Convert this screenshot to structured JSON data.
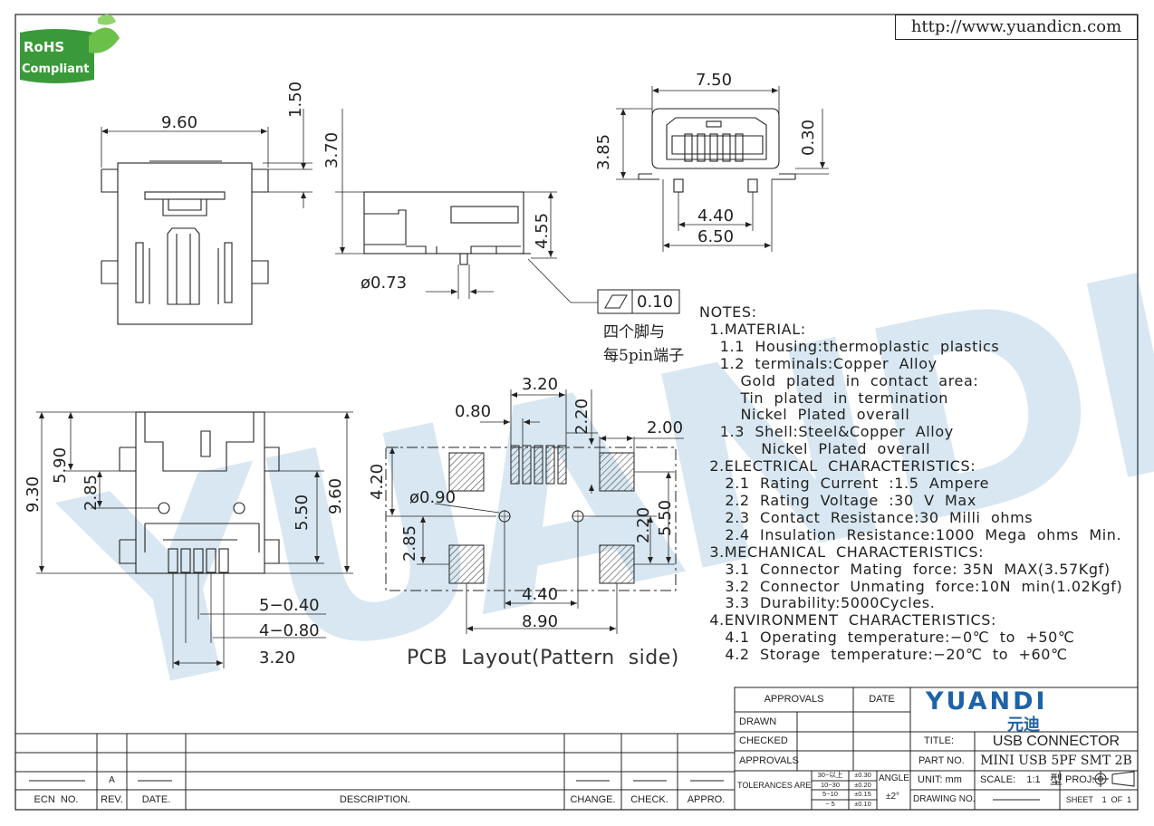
{
  "url": "http://www.yuandicn.com",
  "rohs": {
    "line1": "RoHS",
    "line2": "Compliant"
  },
  "watermark": "YUANDI",
  "dims": {
    "top_width": "9.60",
    "top_h1": "1.50",
    "top_h2": "3.70",
    "side_h": "4.55",
    "pin_dia": "ø0.73",
    "front_w": "7.50",
    "front_h": "3.85",
    "front_t": "0.30",
    "front_pitch": "4.40",
    "front_base": "6.50",
    "flat_sym": "0.10",
    "flat_note1": "四个脚与",
    "flat_note2": "每5pin端子",
    "bot_93": "9.30",
    "bot_590": "5.90",
    "bot_285": "2.85",
    "bot_550": "5.50",
    "bot_960": "9.60",
    "bot_540": "5−0.40",
    "bot_480": "4−0.80",
    "bot_320": "3.20",
    "pcb_320": "3.20",
    "pcb_080": "0.80",
    "pcb_220a": "2.20",
    "pcb_200": "2.00",
    "pcb_420": "4.20",
    "pcb_090": "ø0.90",
    "pcb_285": "2.85",
    "pcb_220b": "2.20",
    "pcb_550": "5.50",
    "pcb_440": "4.40",
    "pcb_890": "8.90",
    "pcb_title": "PCB  Layout(Pattern  side)"
  },
  "notes": [
    "NOTES:",
    "  1.MATERIAL:",
    "    1.1  Housing:thermoplastic  plastics",
    "    1.2  terminals:Copper  Alloy",
    "        Gold  plated  in  contact  area:",
    "        Tin  plated  in  termination",
    "        Nickel  Plated  overall",
    "    1.3  Shell:Steel&Copper  Alloy",
    "            Nickel  Plated  overall",
    "  2.ELECTRICAL  CHARACTERISTICS:",
    "     2.1  Rating  Current  :1.5  Ampere",
    "     2.2  Rating  Voltage  :30  V  Max",
    "     2.3  Contact  Resistance:30  Milli  ohms",
    "     2.4  Insulation  Resistance:1000  Mega  ohms  Min.",
    "  3.MECHANICAL  CHARACTERISTICS:",
    "     3.1  Connector  Mating  force: 35N  MAX(3.57Kgf)",
    "     3.2  Connector  Unmating  force:10N  min(1.02Kgf)",
    "     3.3  Durability:5000Cycles.",
    "  4.ENVIRONMENT  CHARACTERISTICS:",
    "     4.1  Operating  temperature:−0℃  to  +50℃",
    "     4.2  Storage  temperature:−20℃  to  +60℃"
  ],
  "titleblock": {
    "approvals_head": "APPROVALS",
    "date_head": "DATE",
    "drawn": "DRAWN",
    "checked": "CHECKED",
    "approvals": "APPROVALS",
    "tolerances": "TOLERANCES  ARE",
    "tol_rows": [
      [
        "30~以上",
        "±0.30"
      ],
      [
        "10~30",
        "±0.20"
      ],
      [
        "5~10",
        "±0.15"
      ],
      [
        "~ 5",
        "±0.10"
      ]
    ],
    "angle": "ANGLE",
    "angle_val": "±2°",
    "brand": "YUANDI",
    "brand_cn": "元迪",
    "title_label": "TITLE:",
    "title_val": "USB CONNECTOR",
    "part_label": "PART  NO.",
    "part_val": "MINI USB 5PF SMT 2B型",
    "unit": "UNIT:  mm",
    "scale": "SCALE:    1:1",
    "proj": "PROJ:",
    "drawing_no": "DRAWING  NO.",
    "sheet": "SHEET    1  OF  1"
  },
  "revblock": {
    "rev_val": "A",
    "headers": [
      "ECN  NO.",
      "REV.",
      "DATE.",
      "DESCRIPTION.",
      "CHANGE.",
      "CHECK.",
      "APPRO."
    ]
  }
}
